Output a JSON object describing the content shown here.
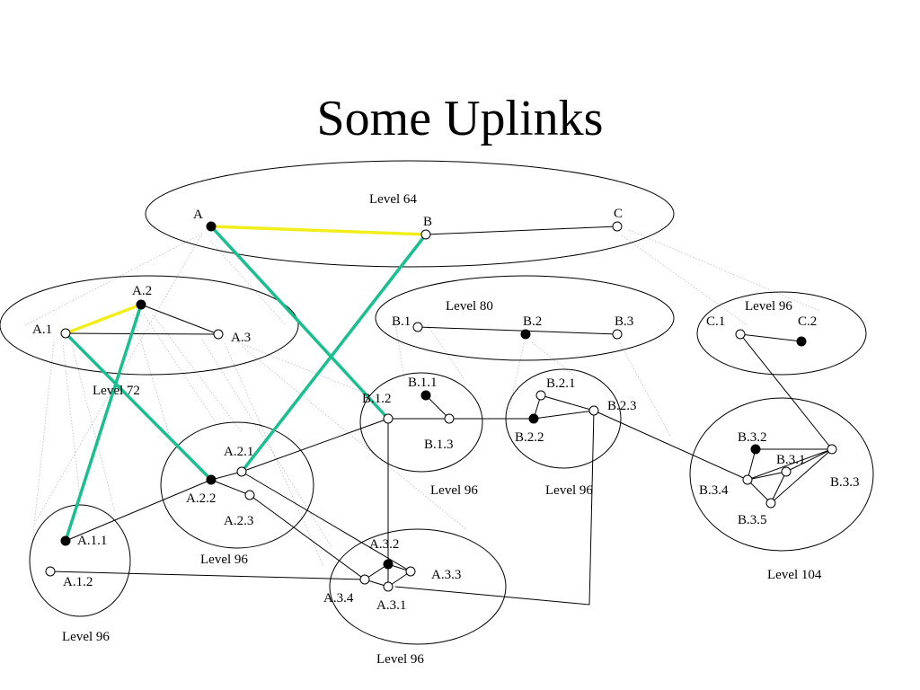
{
  "title": "Some Uplinks",
  "colors": {
    "uplink": "#1bbf8f",
    "yellow": "#f2ee1c"
  },
  "clusters": [
    {
      "id": "l64",
      "label": "Level 64"
    },
    {
      "id": "l72",
      "label": "Level 72"
    },
    {
      "id": "l80",
      "label": "Level 80"
    },
    {
      "id": "l96c",
      "label": "Level 96"
    },
    {
      "id": "lb1",
      "label": "Level 96"
    },
    {
      "id": "lb2",
      "label": "Level 96"
    },
    {
      "id": "la2",
      "label": "Level 96"
    },
    {
      "id": "la1",
      "label": "Level 96"
    },
    {
      "id": "la3",
      "label": "Level 96"
    },
    {
      "id": "l104",
      "label": "Level 104"
    }
  ],
  "nodes": [
    {
      "id": "A",
      "label": "A",
      "filled": true
    },
    {
      "id": "B",
      "label": "B",
      "filled": false
    },
    {
      "id": "C",
      "label": "C",
      "filled": false
    },
    {
      "id": "A.1",
      "label": "A.1",
      "filled": false
    },
    {
      "id": "A.2",
      "label": "A.2",
      "filled": true
    },
    {
      "id": "A.3",
      "label": "A.3",
      "filled": false
    },
    {
      "id": "B.1",
      "label": "B.1",
      "filled": false
    },
    {
      "id": "B.2",
      "label": "B.2",
      "filled": true
    },
    {
      "id": "B.3",
      "label": "B.3",
      "filled": false
    },
    {
      "id": "C.1",
      "label": "C.1",
      "filled": false
    },
    {
      "id": "C.2",
      "label": "C.2",
      "filled": true
    },
    {
      "id": "B.1.1",
      "label": "B.1.1",
      "filled": true
    },
    {
      "id": "B.1.2",
      "label": "B.1.2",
      "filled": false
    },
    {
      "id": "B.1.3",
      "label": "B.1.3",
      "filled": false
    },
    {
      "id": "B.2.1",
      "label": "B.2.1",
      "filled": false
    },
    {
      "id": "B.2.2",
      "label": "B.2.2",
      "filled": true
    },
    {
      "id": "B.2.3",
      "label": "B.2.3",
      "filled": false
    },
    {
      "id": "A.2.1",
      "label": "A.2.1",
      "filled": false
    },
    {
      "id": "A.2.2",
      "label": "A.2.2",
      "filled": true
    },
    {
      "id": "A.2.3",
      "label": "A.2.3",
      "filled": false
    },
    {
      "id": "A.1.1",
      "label": "A.1.1",
      "filled": true
    },
    {
      "id": "A.1.2",
      "label": "A.1.2",
      "filled": false
    },
    {
      "id": "A.3.1",
      "label": "A.3.1",
      "filled": false
    },
    {
      "id": "A.3.2",
      "label": "A.3.2",
      "filled": true
    },
    {
      "id": "A.3.3",
      "label": "A.3.3",
      "filled": false
    },
    {
      "id": "A.3.4",
      "label": "A.3.4",
      "filled": false
    },
    {
      "id": "B.3.1",
      "label": "B.3.1",
      "filled": false
    },
    {
      "id": "B.3.2",
      "label": "B.3.2",
      "filled": true
    },
    {
      "id": "B.3.3",
      "label": "B.3.3",
      "filled": false
    },
    {
      "id": "B.3.4",
      "label": "B.3.4",
      "filled": false
    },
    {
      "id": "B.3.5",
      "label": "B.3.5",
      "filled": false
    }
  ],
  "edges": [
    [
      "B",
      "C"
    ],
    [
      "A.1",
      "A.3"
    ],
    [
      "A.2",
      "A.3"
    ],
    [
      "B.1",
      "B.3"
    ],
    [
      "C.1",
      "C.2"
    ],
    [
      "B.1.2",
      "B.1.3"
    ],
    [
      "B.1.1",
      "B.1.3"
    ],
    [
      "B.1.2",
      "B.2.2"
    ],
    [
      "B.2.2",
      "B.2.1"
    ],
    [
      "B.2.1",
      "B.2.3"
    ],
    [
      "B.2.2",
      "B.2.3"
    ],
    [
      "A.2.2",
      "A.2.1"
    ],
    [
      "A.2.1",
      "B.1.2"
    ],
    [
      "A.2.2",
      "A.1.1"
    ],
    [
      "A.2.2",
      "A.2.3"
    ],
    [
      "A.2.1",
      "A.3.3"
    ],
    [
      "A.2.3",
      "A.3.4"
    ],
    [
      "A.3.2",
      "A.3.4"
    ],
    [
      "A.3.2",
      "A.3.3"
    ],
    [
      "A.3.3",
      "A.3.1"
    ],
    [
      "A.3.1",
      "A.3.4"
    ],
    [
      "A.1.2",
      "A.3.4"
    ],
    [
      "B.1.2",
      "A.3.1"
    ],
    [
      "B.2.3",
      "B.3.4"
    ],
    [
      "C.1",
      "B.3.3"
    ],
    [
      "B.3.2",
      "B.3.3"
    ],
    [
      "B.3.3",
      "B.3.4"
    ],
    [
      "B.3.4",
      "B.3.2"
    ],
    [
      "B.3.4",
      "B.3.1"
    ],
    [
      "B.3.1",
      "B.3.3"
    ],
    [
      "B.3.3",
      "B.3.5"
    ],
    [
      "B.3.5",
      "B.3.1"
    ],
    [
      "B.3.4",
      "B.3.5"
    ]
  ],
  "highlight_edges": [
    {
      "from": "A",
      "to": "B",
      "color": "yellow"
    },
    {
      "from": "A.1",
      "to": "A.2",
      "color": "yellow"
    },
    {
      "from": "A",
      "to": "B.1.2",
      "color": "uplink"
    },
    {
      "from": "B",
      "to": "A.2.1",
      "color": "uplink"
    },
    {
      "from": "A.1",
      "to": "A.2.2",
      "color": "uplink"
    },
    {
      "from": "A.2",
      "to": "A.1.1",
      "color": "uplink"
    }
  ]
}
